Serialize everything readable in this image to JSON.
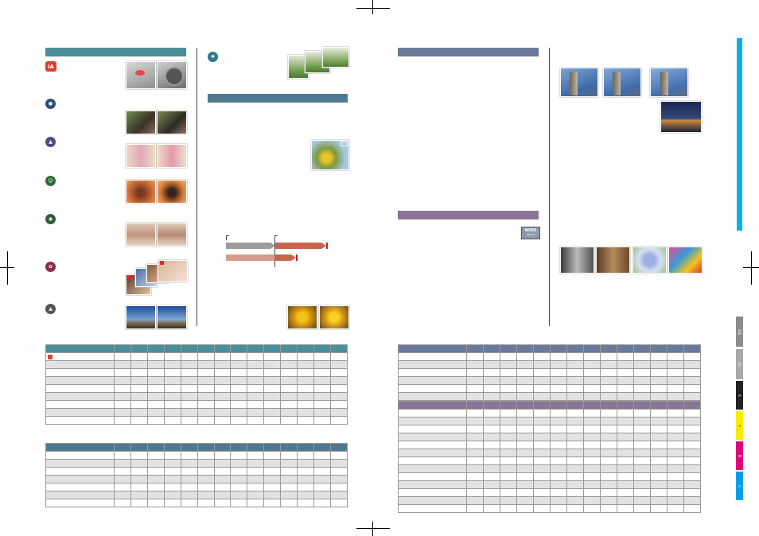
{
  "brand_colors": {
    "teal": "#4a8e98",
    "slate": "#6a7a9a",
    "mauve": "#8a7596",
    "steel": "#4f7990",
    "cyan_strip": "#00b1e8",
    "gray_arrow": "#9c9c9c",
    "red_arrow": "#c8654f",
    "pink_arrow": "#d49c8a"
  },
  "icons": {
    "ia_badge": "iA",
    "wide_badge": [
      "WIDE",
      "ANGLE"
    ]
  },
  "side_tabs": [
    {
      "label": "OBJ",
      "color": "#8c8c8c",
      "text_color": "#ffffff"
    },
    {
      "label": "A1",
      "color": "#aaaaaa",
      "text_color": "#ffffff"
    },
    {
      "label": "K",
      "color": "#222222",
      "text_color": "#ffffff"
    },
    {
      "label": "Y",
      "color": "#f5ec00",
      "text_color": "#222222"
    },
    {
      "label": "M",
      "color": "#e4007f",
      "text_color": "#ffffff"
    },
    {
      "label": "C",
      "color": "#00a0e9",
      "text_color": "#ffffff"
    }
  ]
}
